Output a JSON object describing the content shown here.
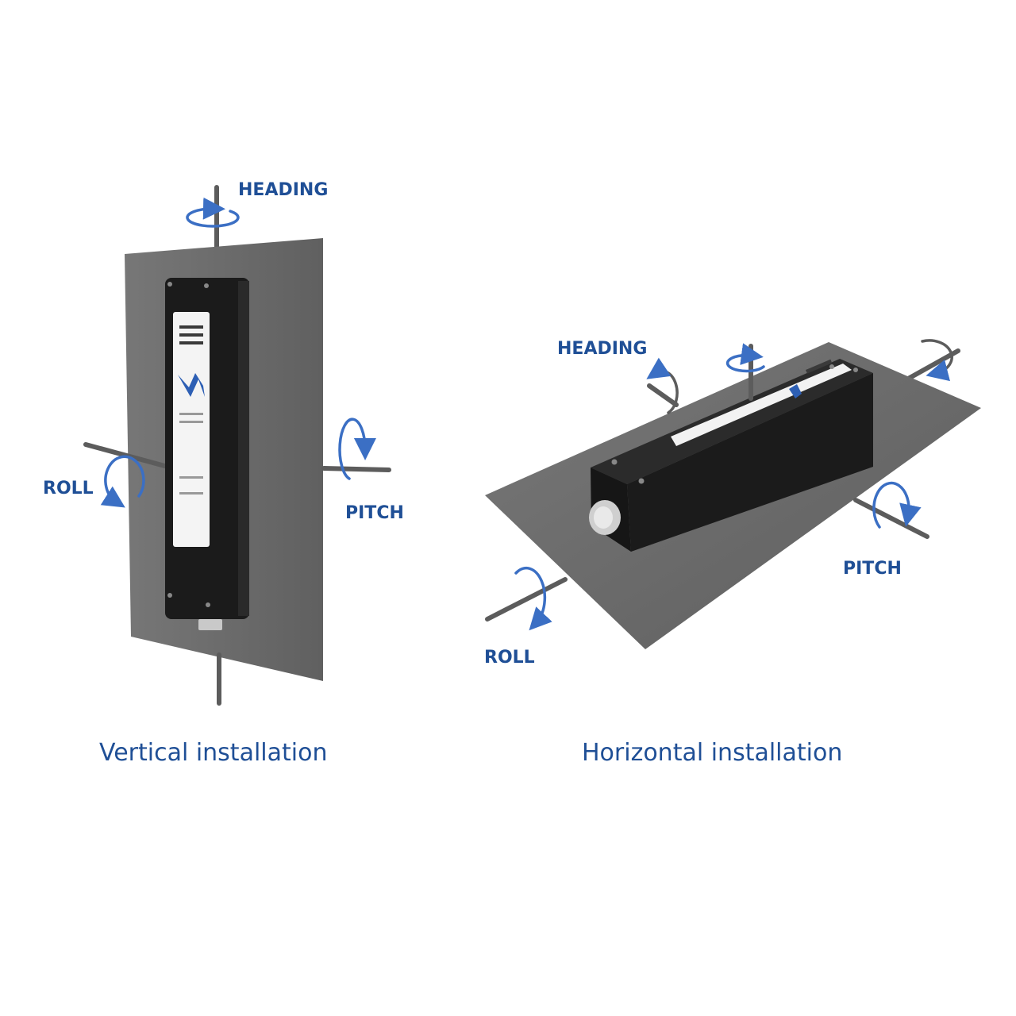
{
  "colors": {
    "label_blue": "#1f4f96",
    "arrow_blue": "#3b6fc4",
    "plate_gray": "#6a6a6a",
    "device_black": "#1b1b1b",
    "rod_gray": "#5c5c5c"
  },
  "vertical": {
    "heading_label": "HEADING",
    "roll_label": "ROLL",
    "pitch_label": "PITCH",
    "caption": "Vertical installation"
  },
  "horizontal": {
    "heading_label": "HEADING",
    "roll_label": "ROLL",
    "pitch_label": "PITCH",
    "caption": "Horizontal installation"
  }
}
